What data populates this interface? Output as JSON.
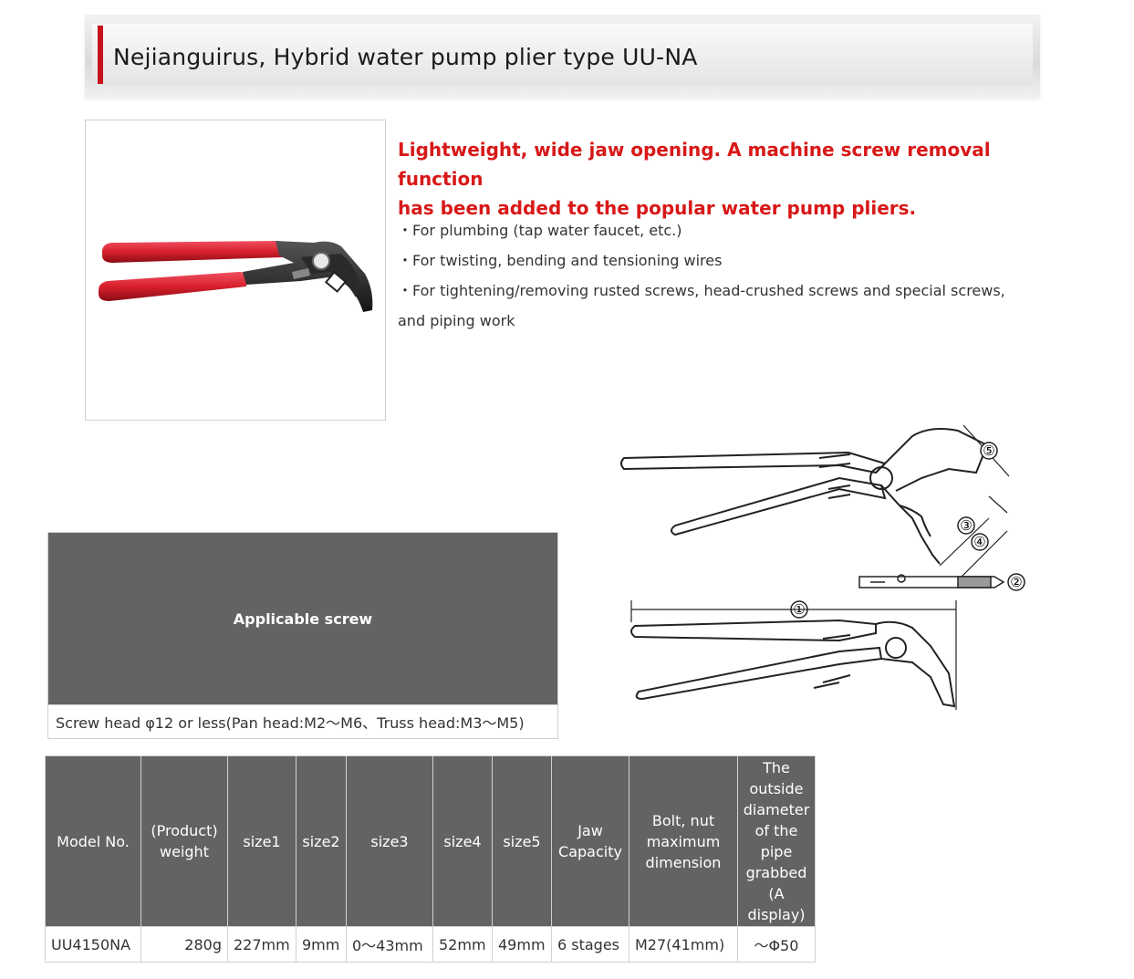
{
  "title": "Nejianguirus, Hybrid water pump plier type UU-NA",
  "headline_line1": "Lightweight, wide jaw opening. A machine screw removal function",
  "headline_line2": "has been added to the popular water pump pliers.",
  "features": [
    "・For plumbing (tap water faucet, etc.)",
    "・For twisting, bending and tensioning wires",
    "・For tightening/removing rusted screws, head-crushed screws and special screws,",
    "and piping work"
  ],
  "diagram_labels": [
    "①",
    "②",
    "③",
    "④",
    "⑤"
  ],
  "screw": {
    "header": "Applicable screw",
    "value": "Screw head φ12 or less(Pan head:M2〜M6、Truss head:M3〜M5)"
  },
  "spec": {
    "headers": [
      "Model No.",
      "(Product) weight",
      "size1",
      "size2",
      "size3",
      "size4",
      "size5",
      "Jaw Capacity",
      "Bolt, nut maximum dimension",
      "The outside diameter of the pipe grabbed (A display)"
    ],
    "row": [
      "UU4150NA",
      "280g",
      "227mm",
      "9mm",
      "0〜43mm",
      "52mm",
      "49mm",
      "6 stages",
      "M27(41mm)",
      "〜Φ50"
    ]
  },
  "colors": {
    "accent_red": "#c8101a",
    "header_gray": "#636363",
    "handle_red": "#d8202c"
  }
}
